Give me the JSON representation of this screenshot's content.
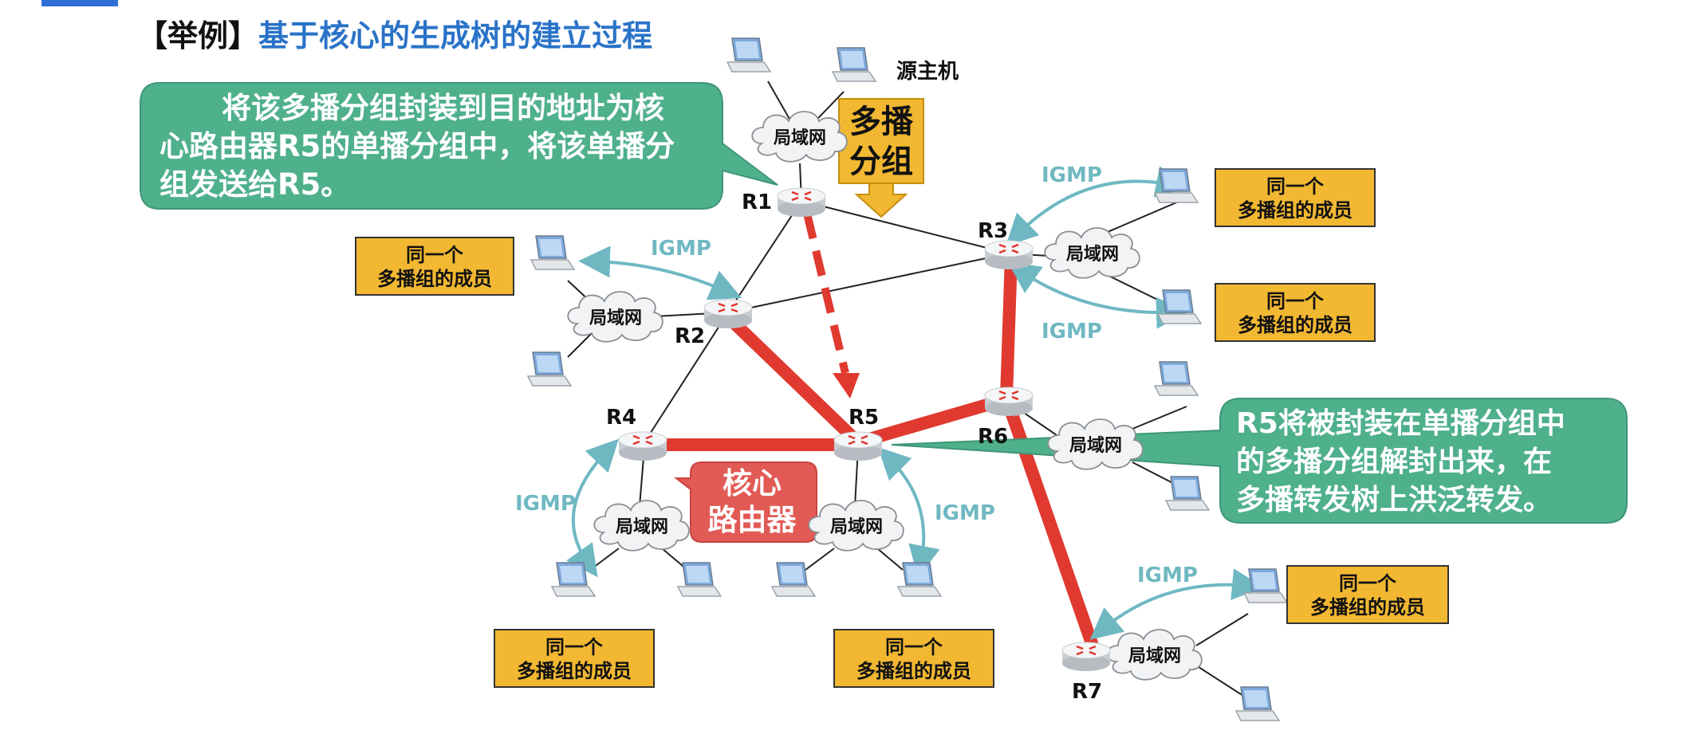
{
  "title": {
    "prefix": "【举例】",
    "text": "基于核心的生成树的建立过程"
  },
  "callout_top": {
    "lines": [
      "将该多播分组封装到目的地址为核",
      "心路由器R5的单播分组中，将该单播分",
      "组发送给R5。"
    ]
  },
  "callout_right": {
    "lines": [
      "R5将被封装在单播分组中",
      "的多播分组解封出来，在",
      "多播转发树上洪泛转发。"
    ]
  },
  "source_host": "源主机",
  "multicast_group": "多播分组",
  "core_router": "核心路由器",
  "lan_label": "局域网",
  "igmp_label": "IGMP",
  "member_label": {
    "line1": "同一个",
    "line2": "多播组的成员"
  },
  "routers": [
    "R1",
    "R2",
    "R3",
    "R4",
    "R5",
    "R6",
    "R7"
  ],
  "colors": {
    "tree": "#e03a30",
    "bubble": "#4fb08c",
    "member_box": "#f2b832",
    "igmp": "#6fb8c2",
    "title_blue": "#2a73c8"
  }
}
